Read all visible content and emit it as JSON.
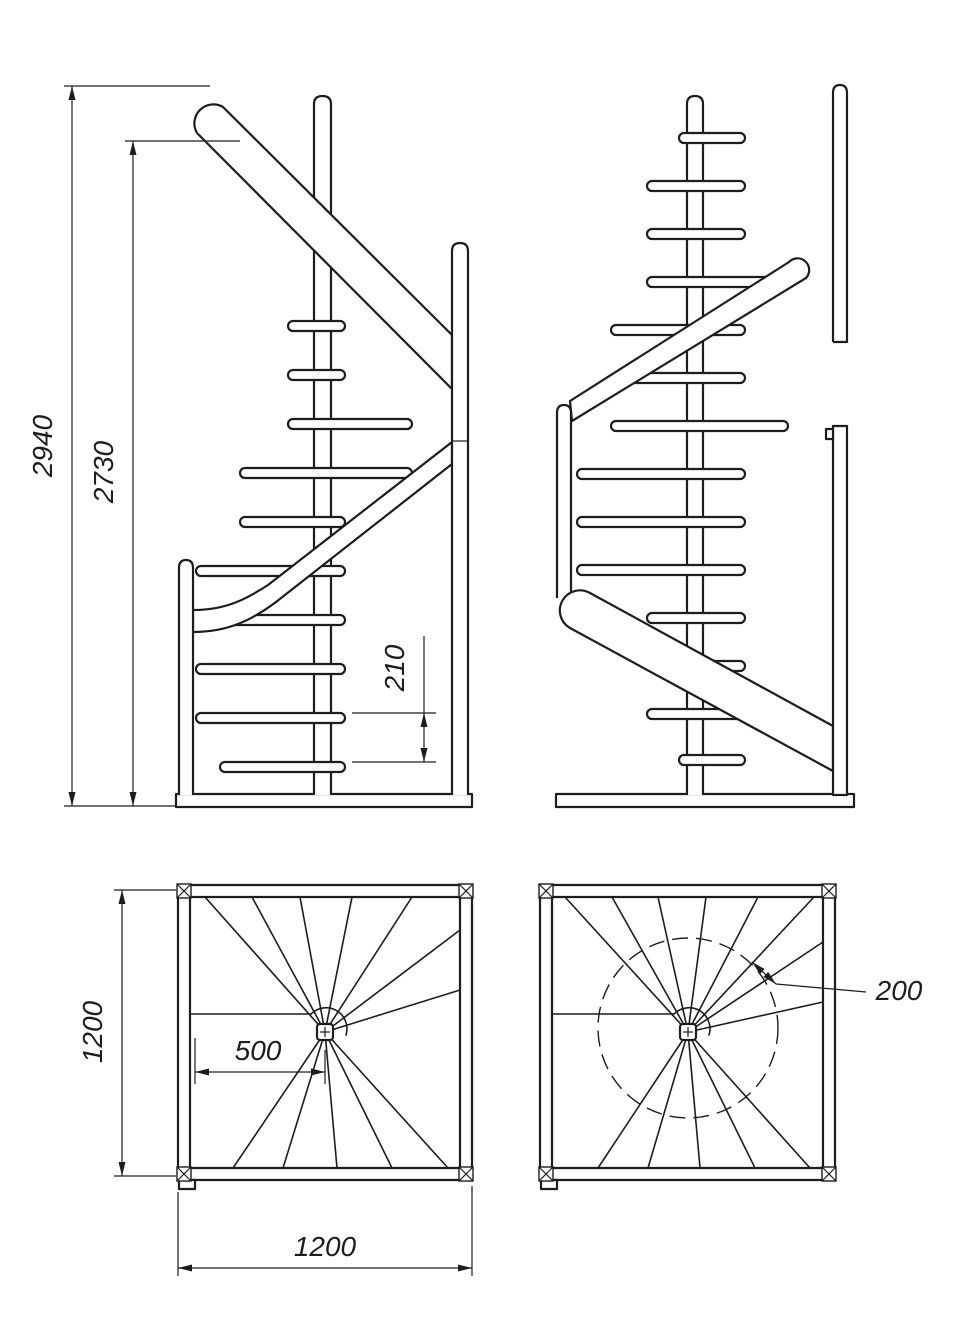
{
  "drawing": {
    "dimensions": {
      "overall_height": "2940",
      "upper_flight_height": "2730",
      "riser_height": "210",
      "plan_depth": "1200",
      "plan_width": "1200",
      "post_center_offset": "500",
      "walkline_tread_width": "200"
    },
    "colors": {
      "ink": "#1d1d1d",
      "paper": "#ffffff"
    }
  }
}
